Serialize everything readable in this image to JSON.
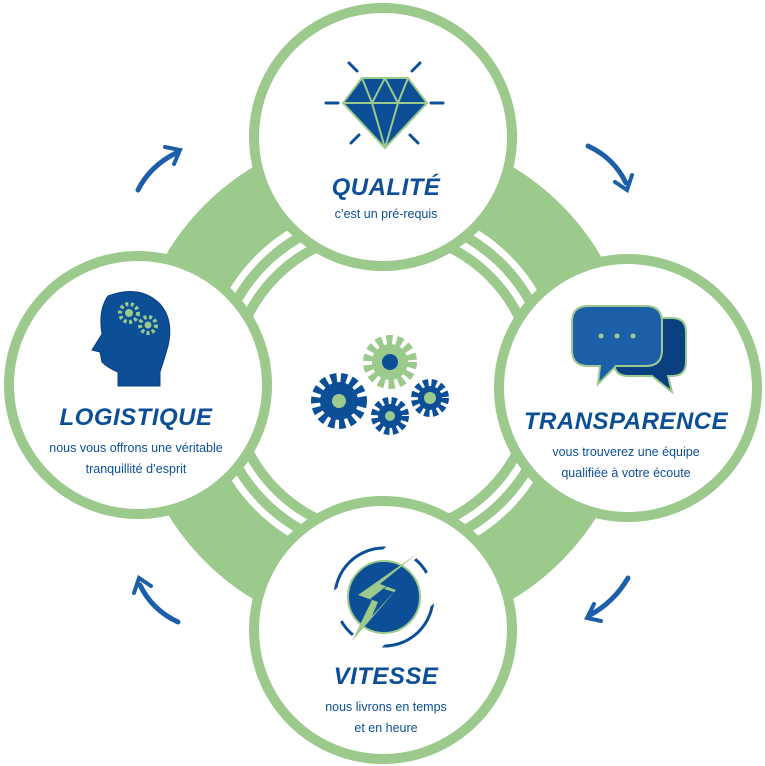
{
  "nodes": {
    "top": {
      "title": "QUALITÉ",
      "description": "c’est un pré-requis",
      "icon": "diamond-icon"
    },
    "right": {
      "title": "TRANSPARENCE",
      "description_line1": "vous trouverez une équipe",
      "description_line2": "qualifiée à votre écoute",
      "icon": "chat-bubbles-icon"
    },
    "bottom": {
      "title": "VITESSE",
      "description_line1": "nous livrons en temps",
      "description_line2": "et en heure",
      "icon": "lightning-clock-icon"
    },
    "left": {
      "title": "LOGISTIQUE",
      "description_line1": "nous vous offrons une véritable",
      "description_line2": "tranquillité d’esprit",
      "icon": "head-gears-icon"
    }
  },
  "center": {
    "icon": "gears-icon"
  },
  "colors": {
    "green": "#9cc98c",
    "blue": "#0c4f96",
    "dark_blue": "#0a3f80",
    "white": "#ffffff"
  }
}
